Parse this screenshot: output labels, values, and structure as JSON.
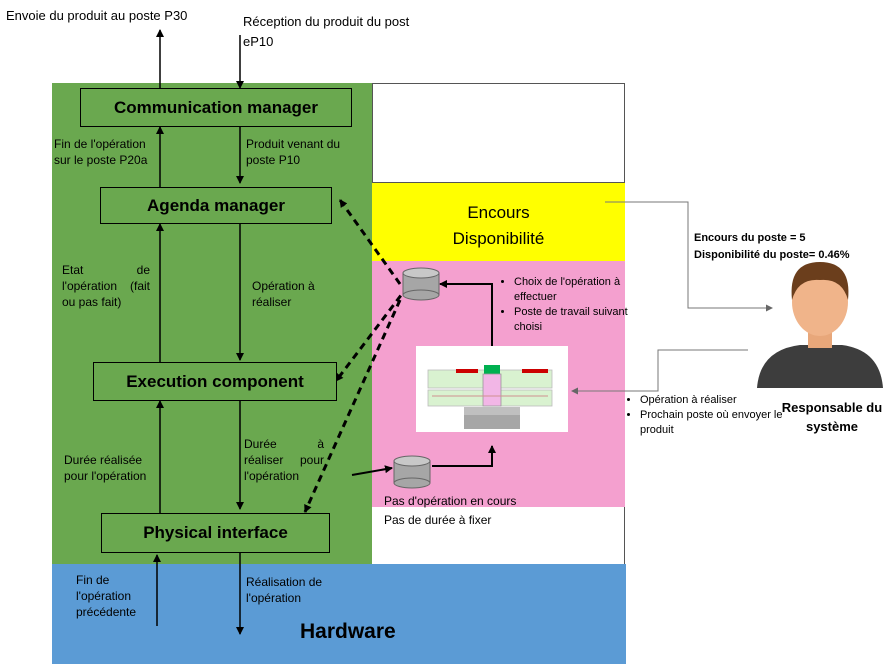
{
  "top_left": "Envoie du produit au poste P30",
  "top_right": "Réception du produit du post eP10",
  "boxes": {
    "communication": "Communication manager",
    "agenda": "Agenda manager",
    "execution": "Execution component",
    "physical": "Physical interface"
  },
  "labels": {
    "fin_operation_p20a": "Fin de l'opération sur le poste P20a",
    "produit_venant": "Produit venant du poste P10",
    "etat_operation": "Etat de l'opération (fait ou pas fait)",
    "operation_a_realiser": "Opération à réaliser",
    "duree_realisee": "Durée réalisée pour l'opération",
    "duree_a_realiser": "Durée à réaliser pour l'opération",
    "fin_operation_precedente": "Fin de l'opération précédente",
    "realisation": "Réalisation de l'opération"
  },
  "hardware": "Hardware",
  "yellow": {
    "line1": "Encours",
    "line2": "Disponibilité"
  },
  "pink_bullets": [
    "Choix de l'opération à effectuer",
    "Poste de travail suivant choisi"
  ],
  "pas_operation": "Pas d'opération en cours",
  "pas_duree": "Pas de durée à fixer",
  "info": {
    "encours": "Encours du poste = 5",
    "dispo": "Disponibilité du poste= 0.46%"
  },
  "person_bullets": [
    "Opération à réaliser",
    "Prochain poste où envoyer le produit"
  ],
  "responsable": "Responsable du système",
  "colors": {
    "green": "#6aa84f",
    "blue": "#5b9bd5",
    "yellow": "#ffff00",
    "pink": "#f4a0cf"
  }
}
